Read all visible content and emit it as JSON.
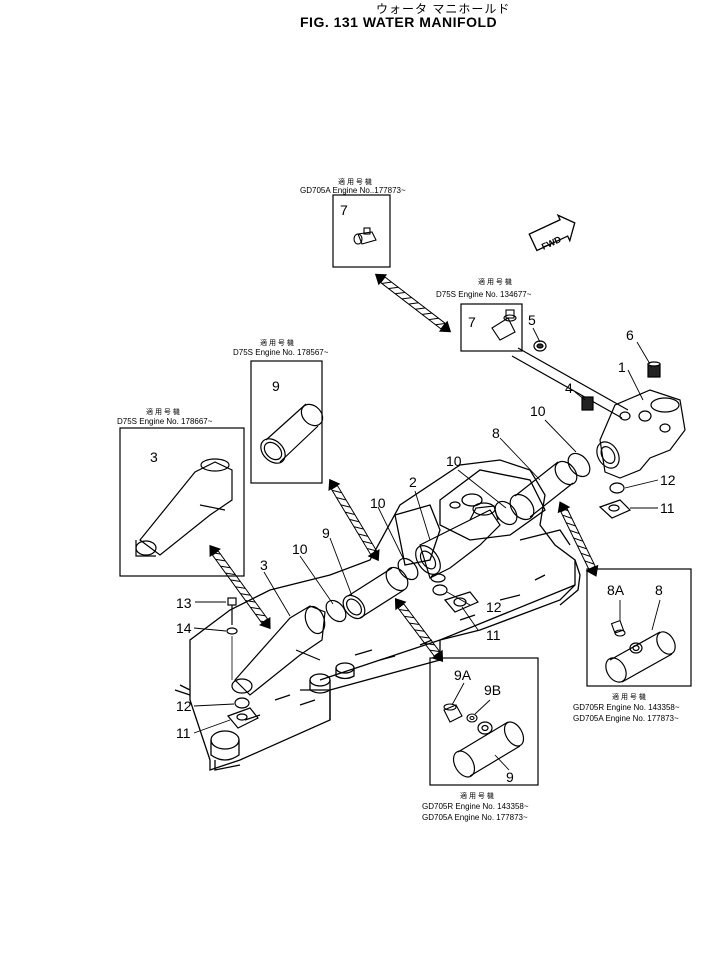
{
  "header": {
    "title_jp": "ウォータ マニホールド",
    "title_en": "FIG. 131  WATER MANIFOLD"
  },
  "fwd_label": "FWD",
  "insets": {
    "top": {
      "line1": "適 用 号 機",
      "line2": "GD705A Engine No..177873~",
      "part": "7"
    },
    "d75s_7": {
      "line1": "適 用 号 機",
      "line2": "D75S    Engine No. 134677~",
      "part": "7"
    },
    "d75s_9": {
      "line1": "適 用 号 機",
      "line2": "D75S Engine No. 178567~",
      "part": "9"
    },
    "d75s_3": {
      "line1": "適 用 号 機",
      "line2": "D75S  Engine No. 178667~",
      "part": "3"
    },
    "right_8": {
      "line1": "適 用 号 機",
      "line2": "GD705R  Engine No. 143358~",
      "line3": "GD705A  Engine No. 177873~",
      "part_a": "8A",
      "part_b": "8"
    },
    "bottom_9": {
      "line1": "適 用 号 機",
      "line2": "GD705R  Engine No. 143358~",
      "line3": "GD705A  Engine No. 177873~",
      "part_a": "9A",
      "part_b": "9B",
      "part_c": "9"
    }
  },
  "callouts": {
    "n1": "1",
    "n2": "2",
    "n3a": "3",
    "n4": "4",
    "n5": "5",
    "n6": "6",
    "n8": "8",
    "n9": "9",
    "n10a": "10",
    "n10b": "10",
    "n10c": "10",
    "n10d": "10",
    "n11a": "11",
    "n11b": "11",
    "n11c": "11",
    "n12a": "12",
    "n12b": "12",
    "n12c": "12",
    "n13": "13",
    "n14": "14"
  }
}
